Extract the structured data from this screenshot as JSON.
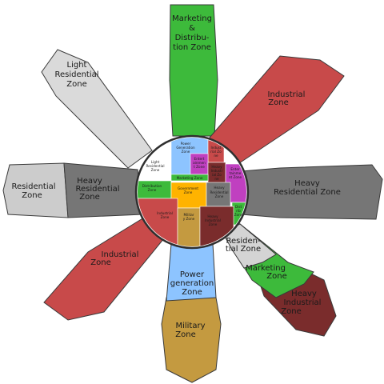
{
  "arms": {
    "top": {
      "lines": [
        "Marketing",
        "&",
        "Distribu-",
        "tion Zone"
      ],
      "color": "#3dba3b"
    },
    "top_right": {
      "lines": [
        "Industrial",
        "Zone"
      ],
      "color": "#c84a4a"
    },
    "right": {
      "lines": [
        "Heavy",
        "Residential Zone"
      ],
      "color": "#767676"
    },
    "bottom_right_light": {
      "lines": [
        "Residen-",
        "tial Zone"
      ],
      "color": "#d4d4d4"
    },
    "bottom_right_green": {
      "lines": [
        "Marketing",
        "Zone"
      ],
      "color": "#3dba3b"
    },
    "bottom_right_dark": {
      "lines": [
        "Heavy",
        "Industrial",
        "Zone"
      ],
      "color": "#7a2c2c"
    },
    "bottom_blue": {
      "lines": [
        "Power",
        "generation",
        "Zone"
      ],
      "color": "#8dc4ff"
    },
    "bottom_tan": {
      "lines": [
        "Military",
        "Zone"
      ],
      "color": "#c49a40"
    },
    "bottom_left": {
      "lines": [
        "Industrial",
        "Zone"
      ],
      "color": "#c84a4a"
    },
    "left_light": {
      "lines": [
        "Residential",
        "Zone"
      ],
      "color": "#cccccc"
    },
    "left_dark": {
      "lines": [
        "Heavy",
        "Residential",
        "Zone"
      ],
      "color": "#767676"
    },
    "top_left": {
      "lines": [
        "Light",
        "Residential",
        "Zone"
      ],
      "color": "#dadada"
    }
  },
  "center": {
    "light_res": [
      "Light",
      "Residential",
      "Zone"
    ],
    "power": [
      "Power",
      "Generation",
      "Zone"
    ],
    "industrial_top": [
      "Indust",
      "rial Zo",
      "ne"
    ],
    "entertainment_1": [
      "Entert",
      "ainmen",
      "t Zone"
    ],
    "marketing": "Marketing Zone",
    "heavy_ind_top": [
      "Heavy",
      "Industr",
      "ial Zo",
      "ne"
    ],
    "entertainment_2": [
      "Enter",
      "tainme",
      "nt Zone"
    ],
    "distribution": [
      "Distribution",
      "Zone"
    ],
    "government": [
      "Government",
      "Zone"
    ],
    "heavy_res": [
      "Heavy",
      "Residential",
      "Zone"
    ],
    "industrial_mid": [
      "Industrial",
      "Zone"
    ],
    "military": [
      "Militar",
      "y Zone"
    ],
    "heavy_ind_bottom": [
      "Heavy",
      "Industrial",
      "Zone"
    ],
    "dist_small": [
      "Dist",
      "rib",
      "Zone"
    ]
  }
}
